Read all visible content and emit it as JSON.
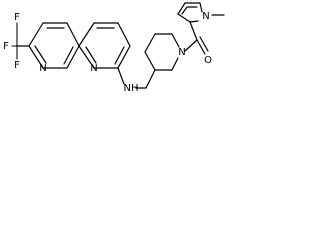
{
  "structure": {
    "atom_labels": {
      "f_top": "F",
      "f_left": "F",
      "f_bottom": "F",
      "n_left_ring": "N",
      "n_lower_ring": "N",
      "nh": "NH",
      "n_piperidine": "N",
      "o_carbonyl": "O",
      "n_pyrrole": "N"
    }
  }
}
